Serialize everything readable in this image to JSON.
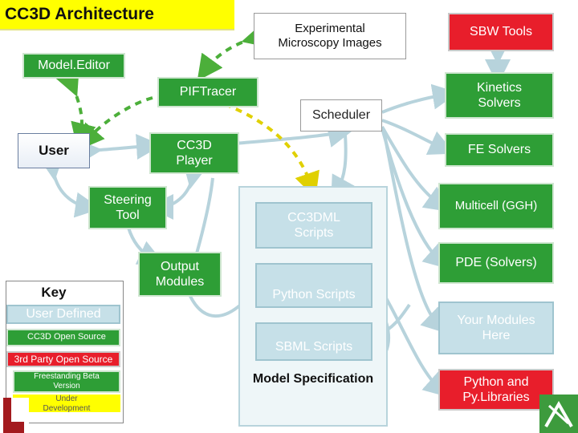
{
  "title": "CC3D Architecture",
  "nodes": {
    "experimental": "Experimental\nMicroscopy Images",
    "model_editor": "Model.Editor",
    "piftracer": "PIFTracer",
    "scheduler": "Scheduler",
    "user": "User",
    "player": "CC3D\nPlayer",
    "steering": "Steering\nTool",
    "output": "Output\nModules",
    "cc3dml": "CC3DML\nScripts",
    "python_scripts": "Python Scripts",
    "sbml_scripts": "SBML Scripts",
    "model_spec": "Model Specification",
    "sbw": "SBW Tools",
    "kinetics": "Kinetics\nSolvers",
    "fe": "FE Solvers",
    "multicell": "Multicell (GGH)",
    "pde": "PDE (Solvers)",
    "your_modules": "Your Modules\nHere",
    "python_libs": "Python and\nPy.Libraries"
  },
  "key": {
    "title": "Key",
    "user_defined": "User Defined",
    "open_source": "CC3D Open Source",
    "third_party": "3rd Party Open Source",
    "beta": "Freestanding Beta\nVersion",
    "under_dev": "Under\nDevelopment"
  },
  "colors": {
    "green": "#2e9e36",
    "light_blue": "#c6e0e8",
    "red": "#e81e2b",
    "yellow": "#ffff00",
    "arrow": "#b7d3dc",
    "dashed_arrow": "#4caf3a"
  }
}
